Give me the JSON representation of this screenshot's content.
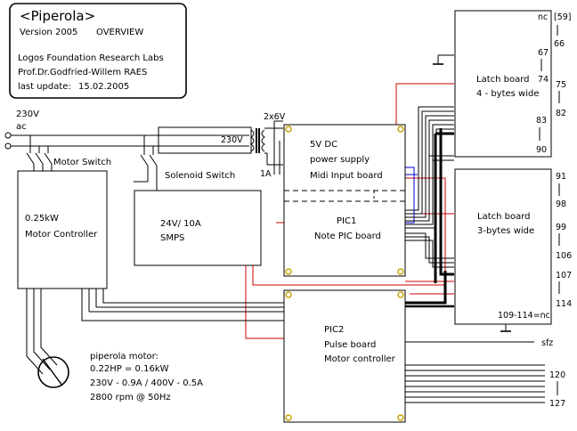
{
  "title_block": {
    "title": "<Piperola>",
    "version": "Version 2005",
    "overview": "OVERVIEW",
    "org": "Logos Foundation Research Labs",
    "author": "Prof.Dr.Godfried-Willem RAES",
    "last_update_label": "last update:",
    "last_update_date": "15.02.2005"
  },
  "mains": {
    "voltage": "230V",
    "ac": "ac"
  },
  "transformer": {
    "primary": "230V",
    "secondary": "2x6V",
    "fuse": "1A"
  },
  "switches": {
    "motor": "Motor Switch",
    "solenoid": "Solenoid Switch"
  },
  "motor_controller": {
    "line1": "0.25kW",
    "line2": "Motor Controller"
  },
  "smps": {
    "line1": "24V/ 10A",
    "line2": "SMPS"
  },
  "pic1_board": {
    "top1": "5V DC",
    "top2": "power supply",
    "top3": "Midi Input board",
    "bottom1": "PIC1",
    "bottom2": "Note PIC board"
  },
  "pic2_board": {
    "line1": "PIC2",
    "line2": "Pulse board",
    "line3": "Motor controller"
  },
  "latch4": {
    "line1": "Latch board",
    "line2": "4 - bytes wide",
    "nc_label": "nc",
    "labels": [
      "[59]",
      "66",
      "67",
      "74",
      "75",
      "82",
      "83",
      "90"
    ]
  },
  "latch3": {
    "line1": "Latch board",
    "line2": "3-bytes wide",
    "labels": [
      "91",
      "98",
      "99",
      "106",
      "107",
      "114",
      "109-114=nc"
    ]
  },
  "outputs": {
    "sfz": "sfz",
    "n120": "120",
    "n127": "127"
  },
  "motor_notes": {
    "line1": "piperola motor:",
    "line2": "0.22HP = 0.16kW",
    "line3": "230V - 0.9A / 400V - 0.5A",
    "line4": "2800 rpm @ 50Hz"
  }
}
